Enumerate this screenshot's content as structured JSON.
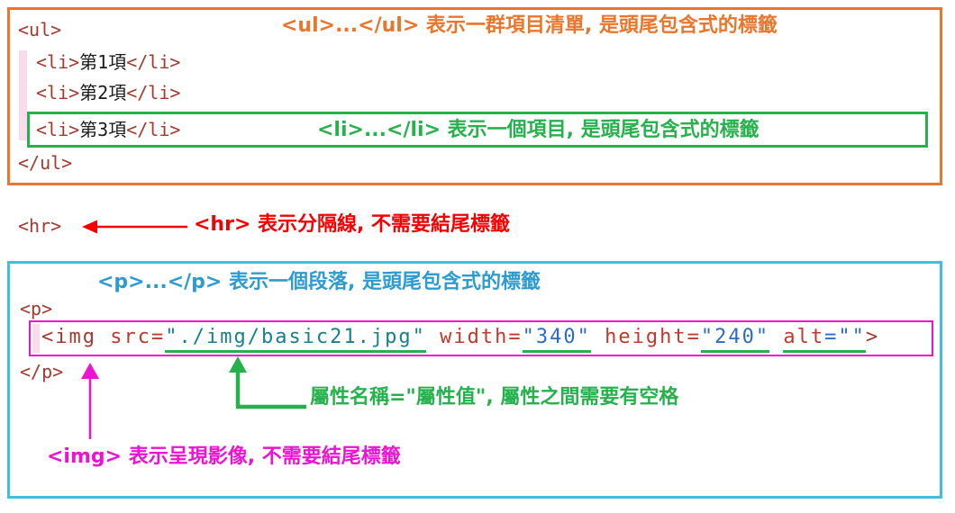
{
  "colors": {
    "orange": "#E8762C",
    "green": "#26B14C",
    "red": "#F40000",
    "cyan": "#3FBEDF",
    "blue": "#2D9BD0",
    "magenta": "#EC13D2",
    "tag": "#A23B2E",
    "attr": "#C0392B",
    "str": "#17808C",
    "num": "#2B6CC4",
    "text": "#1A1A1A",
    "pink_strip": "#F9DBEE"
  },
  "ul_block": {
    "open_tag": "<ul>",
    "close_tag": "</ul>",
    "annotation_ul": "<ul>...</ul> 表示一群項目清單, 是頭尾包含式的標籤",
    "annotation_li": "<li>...</li> 表示一個項目, 是頭尾包含式的標籤",
    "items": [
      {
        "tokens": [
          {
            "t": "<li>",
            "c": "tag"
          },
          {
            "t": "第1項",
            "c": "text"
          },
          {
            "t": "</li>",
            "c": "tag"
          }
        ]
      },
      {
        "tokens": [
          {
            "t": "<li>",
            "c": "tag"
          },
          {
            "t": "第2項",
            "c": "text"
          },
          {
            "t": "</li>",
            "c": "tag"
          }
        ]
      },
      {
        "tokens": [
          {
            "t": "<li>",
            "c": "tag"
          },
          {
            "t": "第3項",
            "c": "text"
          },
          {
            "t": "</li>",
            "c": "tag"
          }
        ]
      }
    ]
  },
  "hr_block": {
    "code": "<hr>",
    "annotation": "<hr> 表示分隔線, 不需要結尾標籤"
  },
  "p_block": {
    "annotation_p": "<p>...</p> 表示一個段落, 是頭尾包含式的標籤",
    "open_tag": "<p>",
    "close_tag": "</p>",
    "img_tokens": [
      {
        "t": "<img ",
        "c": "tag"
      },
      {
        "t": "src",
        "c": "attr"
      },
      {
        "t": "=",
        "c": "attr"
      },
      {
        "t": "\"./img/basic21.jpg\"",
        "c": "str",
        "u": true
      },
      {
        "t": " ",
        "c": "text"
      },
      {
        "t": "width",
        "c": "attr"
      },
      {
        "t": "=",
        "c": "attr"
      },
      {
        "t": "\"340\"",
        "c": "num",
        "u": true
      },
      {
        "t": " ",
        "c": "text"
      },
      {
        "t": "height",
        "c": "attr"
      },
      {
        "t": "=",
        "c": "attr"
      },
      {
        "t": "\"240\"",
        "c": "num",
        "u": true
      },
      {
        "t": " ",
        "c": "text"
      },
      {
        "t": "alt",
        "c": "attr",
        "u": true
      },
      {
        "t": "=\"\"",
        "c": "num",
        "u": true
      },
      {
        "t": ">",
        "c": "tag"
      }
    ],
    "annotation_attr": "屬性名稱=\"屬性值\", 屬性之間需要有空格",
    "annotation_img": "<img> 表示呈現影像, 不需要結尾標籤"
  }
}
